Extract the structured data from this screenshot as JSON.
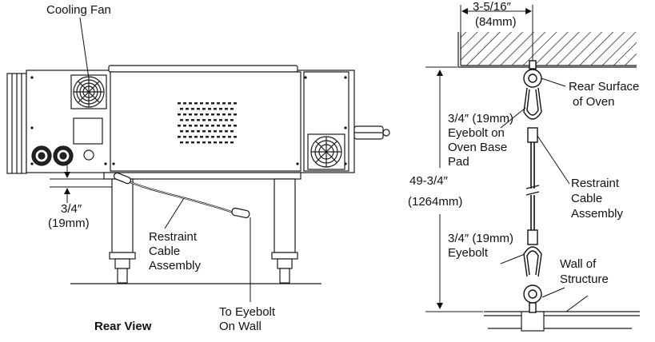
{
  "left_view": {
    "cooling_fan_label": "Cooling Fan",
    "clearance_in": "3/4″",
    "clearance_mm": "(19mm)",
    "cable_label_line1": "Restraint",
    "cable_label_line2": "Cable",
    "cable_label_line3": "Assembly",
    "to_eyebolt_line1": "To Eyebolt",
    "to_eyebolt_line2": "On Wall",
    "caption": "Rear View"
  },
  "right_view": {
    "offset_in": "3-5/16″",
    "offset_mm": "(84mm)",
    "rear_surface_line1": "Rear Surface",
    "rear_surface_line2": "of Oven",
    "oven_eyebolt_line1": "3/4″ (19mm)",
    "oven_eyebolt_line2": "Eyebolt on",
    "oven_eyebolt_line3": "Oven Base",
    "oven_eyebolt_line4": "Pad",
    "cable_label_line1": "Restraint",
    "cable_label_line2": "Cable",
    "cable_label_line3": "Assembly",
    "height_in": "49-3/4″",
    "height_mm": "(1264mm)",
    "wall_eyebolt_line1": "3/4″ (19mm)",
    "wall_eyebolt_line2": "Eyebolt",
    "wall_label_line1": "Wall of",
    "wall_label_line2": "Structure"
  },
  "colors": {
    "line": "#1a1a1a",
    "oven_fill": "#ffffff",
    "hatch": "#333333"
  }
}
